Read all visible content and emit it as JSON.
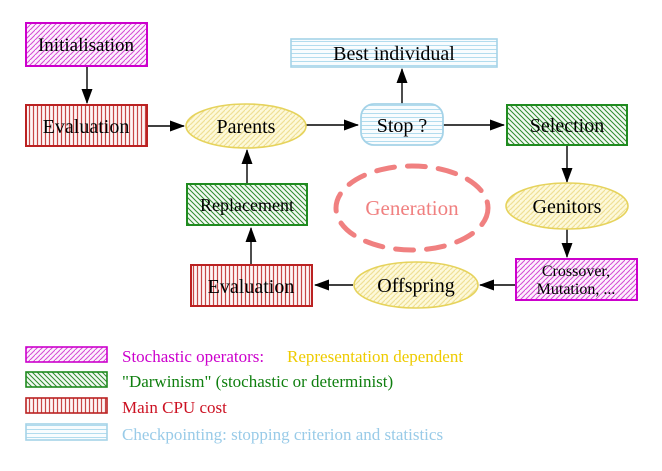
{
  "nodes": {
    "initialisation": {
      "label": "Initialisation"
    },
    "evaluation_top": {
      "label": "Evaluation"
    },
    "parents": {
      "label": "Parents"
    },
    "best_individual": {
      "label": "Best individual"
    },
    "stop": {
      "label": "Stop ?"
    },
    "selection": {
      "label": "Selection"
    },
    "replacement": {
      "label": "Replacement"
    },
    "generation": {
      "label": "Generation"
    },
    "genitors": {
      "label": "Genitors"
    },
    "evaluation_bottom": {
      "label": "Evaluation"
    },
    "offspring": {
      "label": "Offspring"
    },
    "crossover": {
      "line1": "Crossover,",
      "line2": "Mutation, ..."
    }
  },
  "legend": {
    "items": [
      {
        "swatch": "magenta-diagonal-hatch",
        "text": "Stochastic operators:",
        "text2": "Representation dependent"
      },
      {
        "swatch": "green-diagonal-hatch",
        "text": "\"Darwinism\" (stochastic or determinist)",
        "text2": ""
      },
      {
        "swatch": "red-vertical-lines",
        "text": "Main CPU cost",
        "text2": ""
      },
      {
        "swatch": "cyan-horizontal-lines",
        "text": "Checkpointing: stopping criterion and statistics",
        "text2": ""
      }
    ]
  },
  "colors": {
    "magenta_border": "#cc00cc",
    "magenta_text": "#cc00cc",
    "green_border": "#1f8b1f",
    "green_text": "#0f7f0f",
    "red_border": "#bb2222",
    "red_text": "#cc1122",
    "cyan_border": "#a5d3e8",
    "cyan_text": "#99cbe8",
    "yellow_border": "#e6d35c",
    "gold_text": "#eecb00",
    "salmon": "#f08080",
    "arrow": "#000000",
    "background": "#ffffff"
  }
}
